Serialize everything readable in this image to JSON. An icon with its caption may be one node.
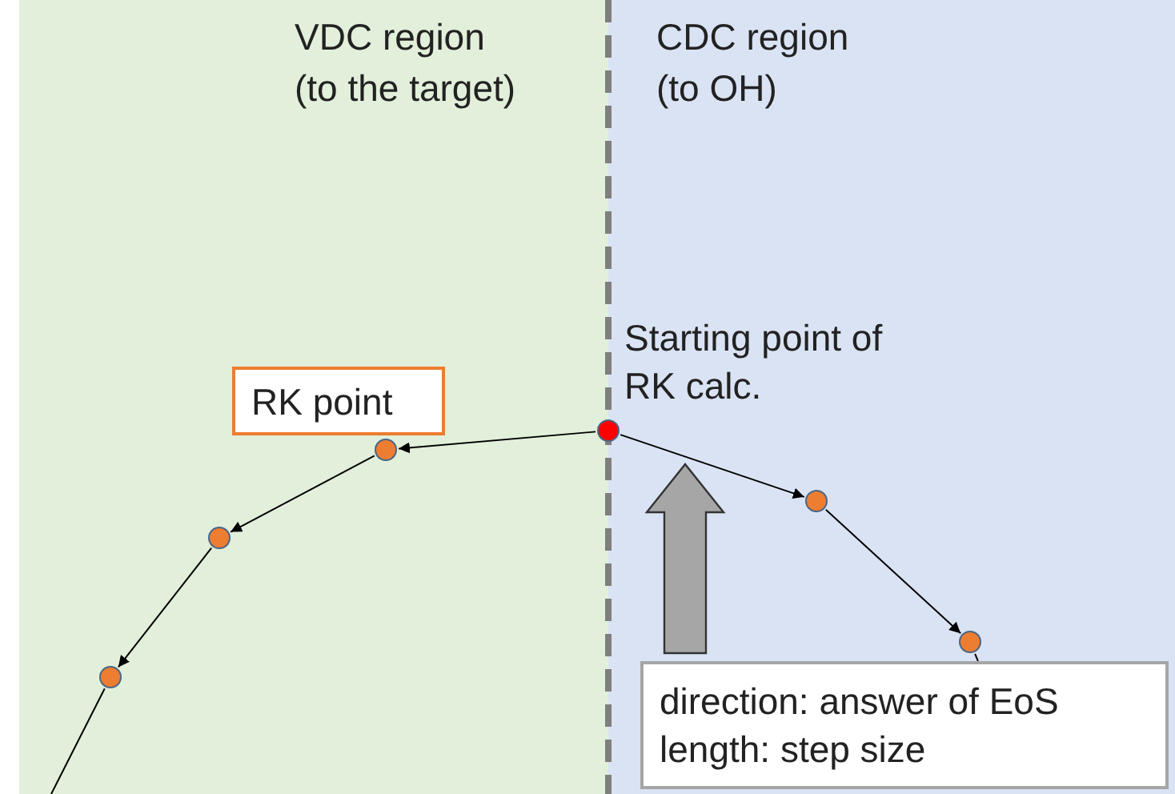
{
  "diagram": {
    "nodes": [
      {
        "text": [
          "VDC region",
          "(to the target)"
        ]
      },
      {
        "text": [
          "CDC region",
          "(to OH)"
        ]
      },
      {
        "text": [
          "RK point"
        ],
        "in": 0
      },
      {
        "text": [],
        "shape": "circle",
        "beside": [
          "Starting point of RK calc."
        ]
      },
      {
        "text": [],
        "shape": "circle",
        "in": 0
      },
      {
        "text": [],
        "shape": "circle",
        "in": 0
      },
      {
        "text": [],
        "shape": "circle",
        "in": 0
      },
      {
        "text": [],
        "shape": "circle",
        "in": 1
      },
      {
        "text": [],
        "shape": "circle",
        "in": 1
      },
      {
        "text": [
          "direction: answer of EoS length: step size"
        ],
        "in": 1
      }
    ],
    "edges": [
      {
        "from": 3,
        "to": 4,
        "arrow": "to"
      },
      {
        "from": 4,
        "to": 5,
        "arrow": "to"
      },
      {
        "from": 5,
        "to": 6,
        "arrow": "to"
      },
      {
        "from": 6,
        "to": null,
        "arrow": "none"
      },
      {
        "from": 3,
        "to": 7,
        "arrow": "to"
      },
      {
        "from": 7,
        "to": 8,
        "arrow": "to"
      },
      {
        "from": 8,
        "to": 9,
        "arrow": "none"
      }
    ]
  }
}
